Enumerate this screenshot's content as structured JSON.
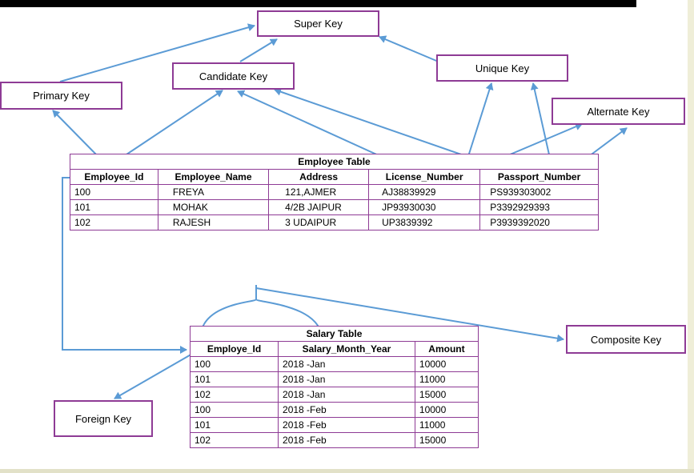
{
  "keys": {
    "super_key": "Super Key",
    "candidate_key": "Candidate Key",
    "primary_key": "Primary Key",
    "unique_key": "Unique Key",
    "alternate_key": "Alternate Key",
    "composite_key": "Composite Key",
    "foreign_key": "Foreign Key"
  },
  "employee_table": {
    "title": "Employee Table",
    "columns": [
      "Employee_Id",
      "Employee_Name",
      "Address",
      "License_Number",
      "Passport_Number"
    ],
    "rows": [
      [
        "100",
        "FREYA",
        "121,AJMER",
        "AJ38839929",
        "PS939303002"
      ],
      [
        "101",
        "MOHAK",
        "4/2B JAIPUR",
        "JP93930030",
        "P3392929393"
      ],
      [
        "102",
        "RAJESH",
        "3 UDAIPUR",
        "UP3839392",
        "P3939392020"
      ]
    ]
  },
  "salary_table": {
    "title": "Salary Table",
    "columns": [
      "Employe_Id",
      "Salary_Month_Year",
      "Amount"
    ],
    "rows": [
      [
        "100",
        "2018 -Jan",
        "10000"
      ],
      [
        "101",
        "2018 -Jan",
        "11000"
      ],
      [
        "102",
        "2018 -Jan",
        "15000"
      ],
      [
        "100",
        "2018 -Feb",
        "10000"
      ],
      [
        "101",
        "2018 -Feb",
        "11000"
      ],
      [
        "102",
        "2018 -Feb",
        "15000"
      ]
    ]
  },
  "colors": {
    "box_border": "#8e3b95",
    "arrow": "#5b9bd5"
  }
}
